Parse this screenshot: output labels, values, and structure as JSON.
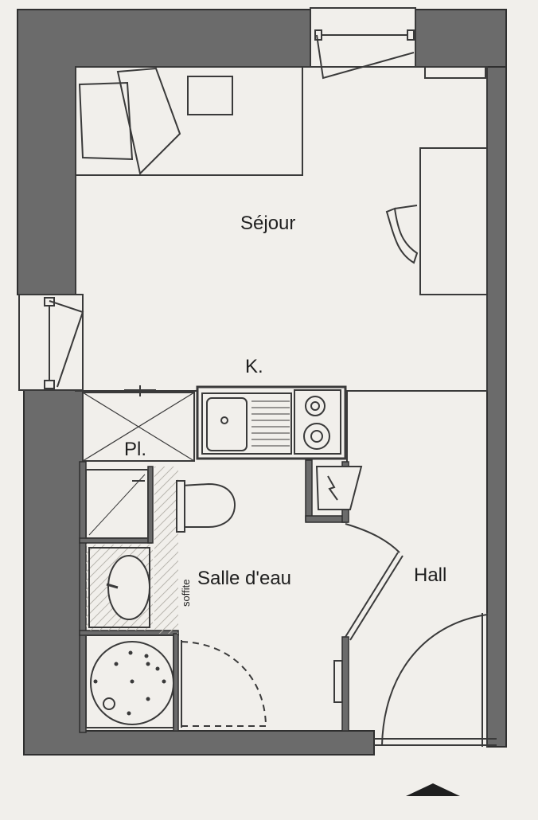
{
  "rooms": {
    "sejour": "Séjour",
    "kitchen": "K.",
    "closet": "Pl.",
    "bathroom": "Salle d'eau",
    "hall": "Hall",
    "soffite": "soffite"
  },
  "colors": {
    "paper": "#f1efeb",
    "wall": "#6b6b6b",
    "line": "#3a3a3a",
    "tile": "#d9d7d2"
  }
}
